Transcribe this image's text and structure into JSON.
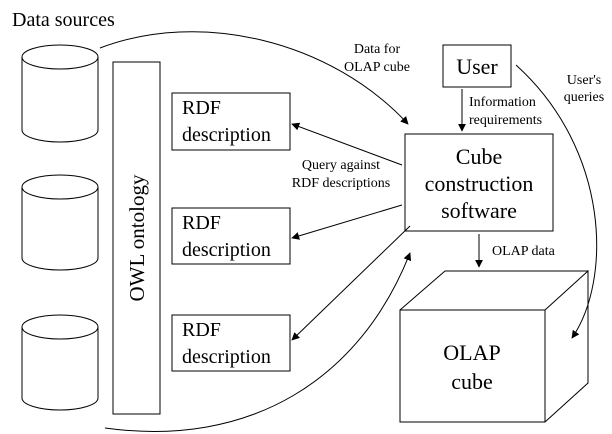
{
  "data_sources_title": "Data sources",
  "ontology_label": "OWL ontology",
  "rdf_boxes": [
    {
      "line1": "RDF",
      "line2": "description"
    },
    {
      "line1": "RDF",
      "line2": "description"
    },
    {
      "line1": "RDF",
      "line2": "description"
    }
  ],
  "user_label": "User",
  "software": {
    "line1": "Cube",
    "line2": "construction",
    "line3": "software"
  },
  "cube": {
    "line1": "OLAP",
    "line2": "cube"
  },
  "annotations": {
    "data_for_olap": {
      "line1": "Data for",
      "line2": "OLAP cube"
    },
    "users_queries": {
      "line1": "User's",
      "line2": "queries"
    },
    "information_requirements": {
      "line1": "Information",
      "line2": "requirements"
    },
    "query_rdf": {
      "line1": "Query against",
      "line2": "RDF descriptions"
    },
    "olap_data": "OLAP data"
  }
}
